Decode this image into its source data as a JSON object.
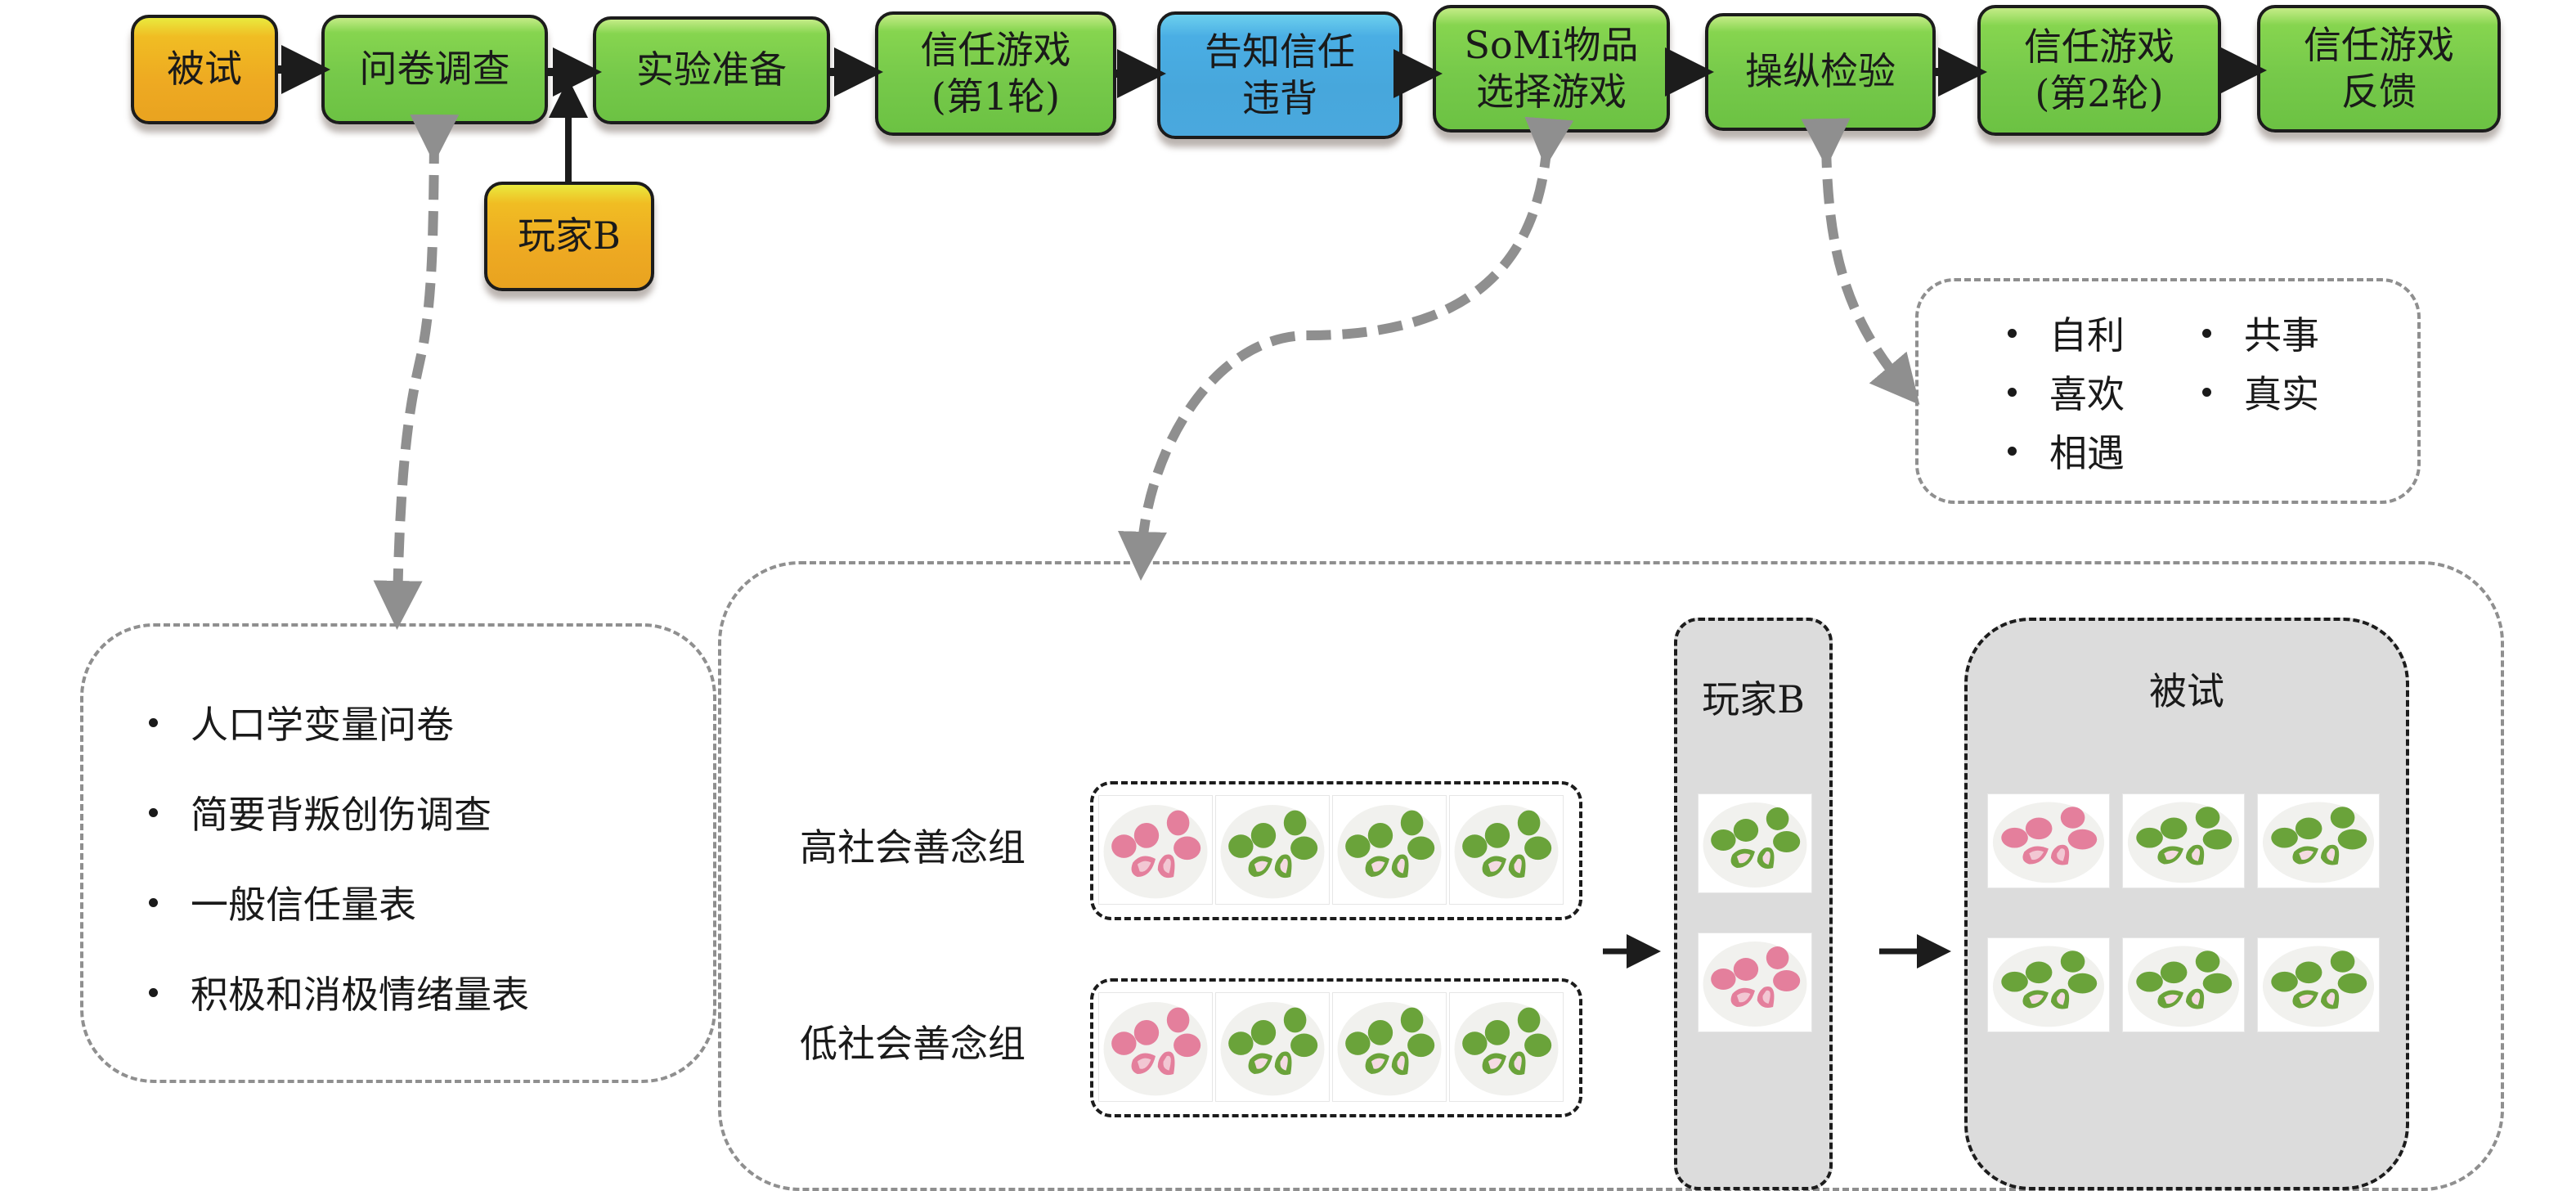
{
  "flow": {
    "steps": [
      {
        "label": "被试",
        "color": "orange"
      },
      {
        "label": "问卷调查",
        "color": "green"
      },
      {
        "label": "实验准备",
        "color": "green"
      },
      {
        "label": "信任游戏\n(第1轮)",
        "color": "green"
      },
      {
        "label": "告知信任\n违背",
        "color": "blue"
      },
      {
        "label": "SoMi物品\n选择游戏",
        "color": "green"
      },
      {
        "label": "操纵检验",
        "color": "green"
      },
      {
        "label": "信任游戏\n(第2轮)",
        "color": "green"
      },
      {
        "label": "信任游戏\n反馈",
        "color": "green"
      }
    ],
    "player_b": {
      "label": "玩家B",
      "color": "orange"
    }
  },
  "questionnaire_box": {
    "items": [
      "人口学变量问卷",
      "简要背叛创伤调查",
      "一般信任量表",
      "积极和消极情绪量表"
    ]
  },
  "manipulation_box": {
    "items": [
      "自利",
      "共事",
      "喜欢",
      "真实",
      "相遇"
    ]
  },
  "somi_panel": {
    "groups": [
      {
        "label": "高社会善念组",
        "items": [
          "pink",
          "green",
          "green",
          "green"
        ]
      },
      {
        "label": "低社会善念组",
        "items": [
          "pink",
          "green",
          "green",
          "green"
        ]
      }
    ],
    "player_b_column": {
      "title": "玩家B",
      "items": [
        "green",
        "pink"
      ]
    },
    "subject_column": {
      "title": "被试",
      "rows": [
        [
          "pink",
          "green",
          "green"
        ],
        [
          "green",
          "green",
          "green"
        ]
      ]
    }
  },
  "colors": {
    "green": "#76c94a",
    "orange": "#eeaa22",
    "blue": "#47a7dc",
    "connector_gray": "#8f8f8f",
    "panel_gray": "#dcdcdc",
    "pink_item": "#e47f9c",
    "green_item": "#6aa33a"
  }
}
